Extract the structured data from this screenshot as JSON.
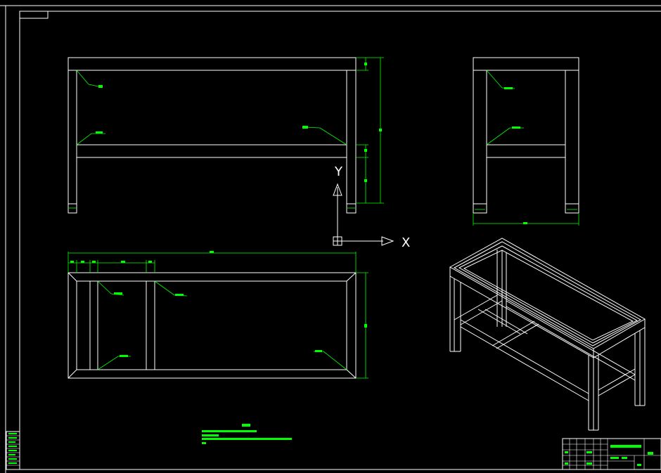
{
  "ucs": {
    "x_label": "X",
    "y_label": "Y"
  },
  "colors": {
    "background": "#000000",
    "outline": "#ffffff",
    "dimension": "#00ff00"
  },
  "views": [
    "front-view",
    "side-view",
    "top-view",
    "isometric-view"
  ]
}
